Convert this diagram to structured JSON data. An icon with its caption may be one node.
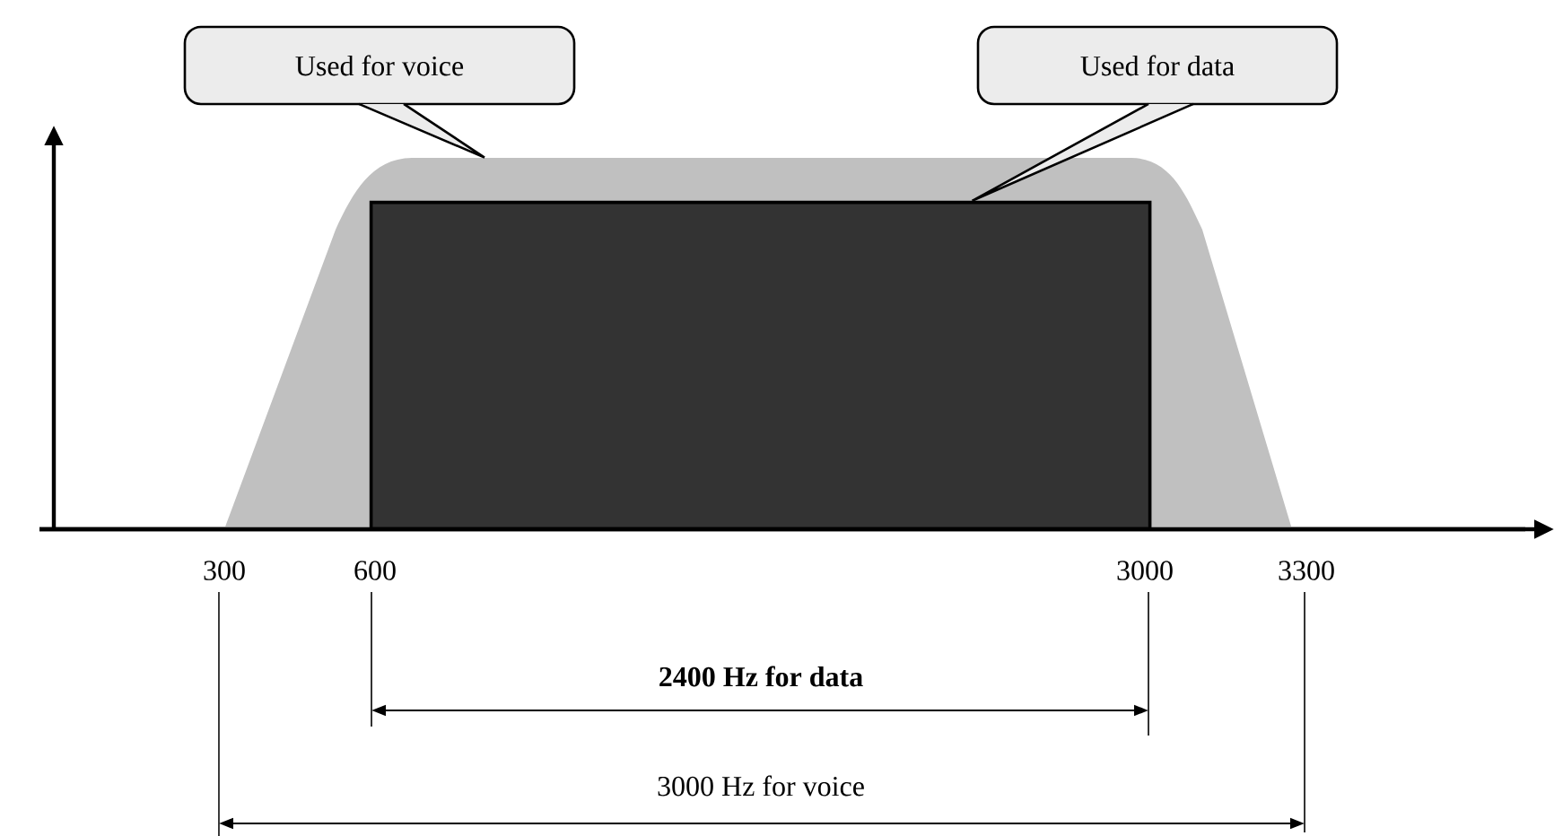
{
  "diagram": {
    "nodes": [
      {
        "text": [
          "Used for voice"
        ]
      },
      {
        "text": [
          "Used for data"
        ]
      },
      {
        "text": [],
        "shape": "trapezoid"
      },
      {
        "text": [],
        "shape": "box",
        "in": 2
      }
    ],
    "edges": [
      {
        "from": 0,
        "to": 2,
        "arrow": "none"
      },
      {
        "from": 1,
        "to": 3,
        "arrow": "none"
      }
    ],
    "labels": [
      "300",
      "600",
      "3000",
      "3300",
      "2400 Hz for data",
      "3000 Hz for voice"
    ]
  }
}
